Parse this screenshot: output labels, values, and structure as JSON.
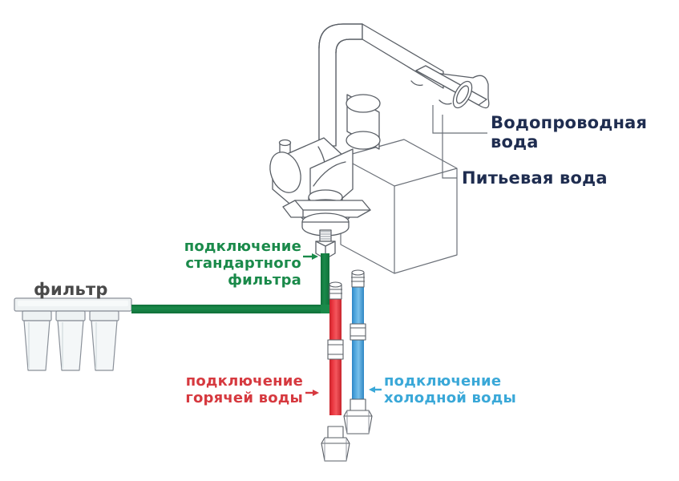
{
  "diagram": {
    "title_implicit": "Схема подключения смесителя с фильтром",
    "background_color": "#ffffff",
    "labels": [
      {
        "id": "tap-water",
        "text": "Водопроводная\nвода",
        "color": "#1f2d50",
        "leader": "from spout tip"
      },
      {
        "id": "drink-water",
        "text": "Питьевая вода",
        "color": "#1f2d50",
        "leader": "from second outlet"
      },
      {
        "id": "filter",
        "text": "фильтр",
        "color": "#4a4a4a",
        "leader": "none"
      },
      {
        "id": "standard-filter",
        "text": "подключение\nстандартного\nфильтра",
        "color": "#1a8a4a",
        "arrow": "right"
      },
      {
        "id": "hot-water",
        "text": "подключение\nгорячей воды",
        "color": "#d6393f",
        "arrow": "right"
      },
      {
        "id": "cold-water",
        "text": "подключение\nхолодной воды",
        "color": "#3aa8d8",
        "arrow": "left"
      }
    ],
    "colors": {
      "hot_hose": "#e8333c",
      "cold_hose": "#4aa3dc",
      "filter_pipe": "#1a8a4a",
      "outline": "#5a5f66",
      "metal_fill": "#ffffff",
      "filter_body": "#f2f5f6",
      "label_navy": "#1f2d50",
      "label_gray": "#4a4a4a"
    },
    "parts": {
      "faucet": "three-way kitchen mixer tap",
      "spout_outlets": 2,
      "handle": "lever handle",
      "counter_box": "countertop / sink edge block",
      "filter_cartridges": 3,
      "hoses": [
        "hot water flexible hose (red)",
        "cold water flexible hose (blue)"
      ],
      "fittings": "hex union nuts"
    }
  }
}
